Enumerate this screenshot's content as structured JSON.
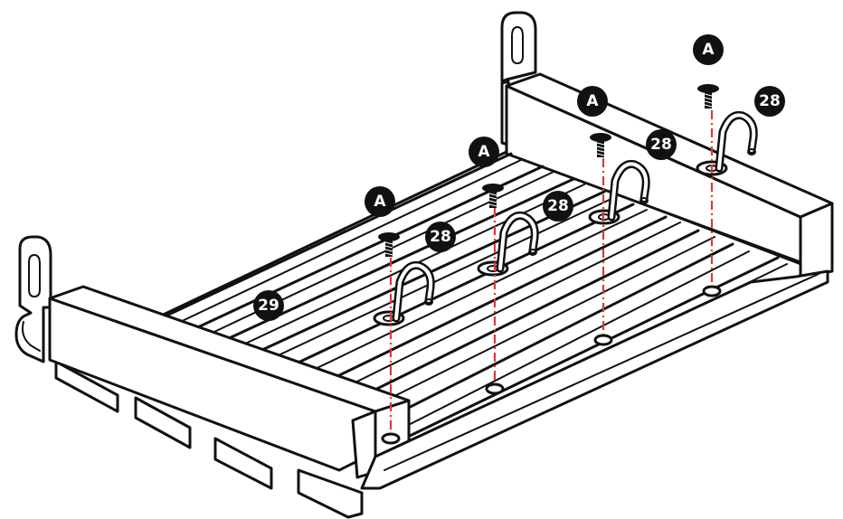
{
  "colors": {
    "line": "#111111",
    "guide": "#d93a3a",
    "badge_fill": "#111111",
    "badge_text": "#ffffff"
  },
  "callouts": {
    "screw_label": "A",
    "hook_label": "28",
    "rail_label": "29"
  }
}
